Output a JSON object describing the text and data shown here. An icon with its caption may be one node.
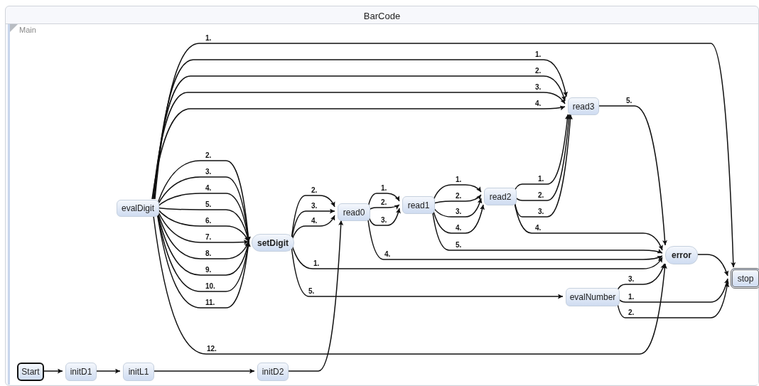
{
  "diagram": {
    "nodes": [
      {
        "text": [
          "BarCode"
        ]
      },
      {
        "text": [
          "Main"
        ],
        "in": 0
      },
      {
        "text": [
          "evalDigit"
        ],
        "in": 1
      },
      {
        "text": [
          "setDigit"
        ],
        "in": 1
      },
      {
        "text": [
          "read0"
        ],
        "in": 1
      },
      {
        "text": [
          "read1"
        ],
        "in": 1
      },
      {
        "text": [
          "read2"
        ],
        "in": 1
      },
      {
        "text": [
          "read3"
        ],
        "in": 1
      },
      {
        "text": [
          "error"
        ],
        "in": 1
      },
      {
        "text": [
          "evalNumber"
        ],
        "in": 1
      },
      {
        "text": [
          "stop"
        ],
        "in": 1
      },
      {
        "text": [
          "Start"
        ],
        "in": 1
      },
      {
        "text": [
          "initD1"
        ],
        "in": 1
      },
      {
        "text": [
          "initL1"
        ],
        "in": 1
      },
      {
        "text": [
          "initD2"
        ],
        "in": 1
      }
    ],
    "edges": [
      {
        "from": 2,
        "to": 10,
        "arrow": "to",
        "label": "1."
      },
      {
        "from": 2,
        "to": 7,
        "arrow": "to",
        "label": "1."
      },
      {
        "from": 2,
        "to": 7,
        "arrow": "to",
        "label": "2."
      },
      {
        "from": 2,
        "to": 7,
        "arrow": "to",
        "label": "3."
      },
      {
        "from": 2,
        "to": 7,
        "arrow": "to",
        "label": "4."
      },
      {
        "from": 7,
        "to": 8,
        "arrow": "to",
        "label": "5."
      },
      {
        "from": 2,
        "to": 3,
        "arrow": "to",
        "label": "2."
      },
      {
        "from": 2,
        "to": 3,
        "arrow": "to",
        "label": "3."
      },
      {
        "from": 2,
        "to": 3,
        "arrow": "to",
        "label": "4."
      },
      {
        "from": 2,
        "to": 3,
        "arrow": "to",
        "label": "5."
      },
      {
        "from": 2,
        "to": 3,
        "arrow": "to",
        "label": "6."
      },
      {
        "from": 2,
        "to": 3,
        "arrow": "to",
        "label": "7."
      },
      {
        "from": 2,
        "to": 3,
        "arrow": "to",
        "label": "8."
      },
      {
        "from": 2,
        "to": 3,
        "arrow": "to",
        "label": "9."
      },
      {
        "from": 2,
        "to": 3,
        "arrow": "to",
        "label": "10."
      },
      {
        "from": 2,
        "to": 3,
        "arrow": "to",
        "label": "11."
      },
      {
        "from": 2,
        "to": 8,
        "arrow": "to",
        "label": "12."
      },
      {
        "from": 3,
        "to": 4,
        "arrow": "to",
        "label": "2."
      },
      {
        "from": 3,
        "to": 4,
        "arrow": "to",
        "label": "3."
      },
      {
        "from": 3,
        "to": 4,
        "arrow": "to",
        "label": "4."
      },
      {
        "from": 3,
        "to": 8,
        "arrow": "to",
        "label": "1."
      },
      {
        "from": 3,
        "to": 9,
        "arrow": "to",
        "label": "5."
      },
      {
        "from": 4,
        "to": 5,
        "arrow": "to",
        "label": "1."
      },
      {
        "from": 4,
        "to": 5,
        "arrow": "to",
        "label": "2."
      },
      {
        "from": 4,
        "to": 5,
        "arrow": "to",
        "label": "3."
      },
      {
        "from": 4,
        "to": 8,
        "arrow": "to",
        "label": "4."
      },
      {
        "from": 5,
        "to": 6,
        "arrow": "to",
        "label": "1."
      },
      {
        "from": 5,
        "to": 6,
        "arrow": "to",
        "label": "2."
      },
      {
        "from": 5,
        "to": 6,
        "arrow": "to",
        "label": "3."
      },
      {
        "from": 5,
        "to": 6,
        "arrow": "to",
        "label": "4."
      },
      {
        "from": 5,
        "to": 8,
        "arrow": "to",
        "label": "5."
      },
      {
        "from": 6,
        "to": 7,
        "arrow": "to",
        "label": "1."
      },
      {
        "from": 6,
        "to": 7,
        "arrow": "to",
        "label": "2."
      },
      {
        "from": 6,
        "to": 7,
        "arrow": "to",
        "label": "3."
      },
      {
        "from": 6,
        "to": 8,
        "arrow": "to",
        "label": "4."
      },
      {
        "from": 8,
        "to": 10,
        "arrow": "to"
      },
      {
        "from": 9,
        "to": 8,
        "arrow": "to",
        "label": "3."
      },
      {
        "from": 9,
        "to": 10,
        "arrow": "to",
        "label": "1."
      },
      {
        "from": 9,
        "to": 10,
        "arrow": "to",
        "label": "2."
      },
      {
        "from": 11,
        "to": 12,
        "arrow": "to"
      },
      {
        "from": 12,
        "to": 13,
        "arrow": "to"
      },
      {
        "from": 13,
        "to": 14,
        "arrow": "to"
      },
      {
        "from": 14,
        "to": 4,
        "arrow": "to"
      }
    ]
  }
}
